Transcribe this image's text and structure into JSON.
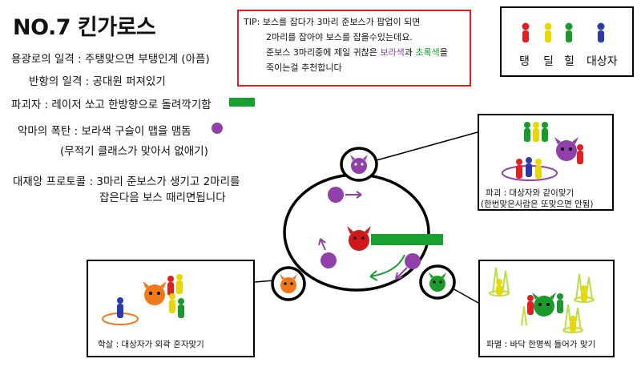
{
  "title": "NO.7 킨가로스",
  "skills": {
    "s1": "용광로의 일격 : 주탱맞으면 부탱인계 (아픔)",
    "s2": "반항의 일격 : 공대원 퍼져있기",
    "s3": "파괴자 : 레이저 쏘고 한방향으로 돌려깍기함",
    "s4": "악마의 폭탄 : 보라색 구슬이 맵을 맴돔",
    "s4_note": "(무적기 클래스가 맞아서 없애기)",
    "s5a": "대재앙 프로토콜 : 3마리 준보스가 생기고 2마리를",
    "s5b": "잡은다음 보스 때리면됩니다"
  },
  "tip": {
    "prefix": "TIP:",
    "line1": "보스를 잡다가 3마리 준보스가 팝업이 되면",
    "line2": "2마리를 잡아야 보스를 잡을수있는데요.",
    "line3_a": "준보스 3마리중에 제일 귀찮은 ",
    "line3_purple": "보라색",
    "line3_b": "과 ",
    "line3_green": "초록색",
    "line3_c": "을",
    "line4": "죽이는걸 추천합니다"
  },
  "legend": {
    "tank": "탱",
    "dps": "딜",
    "heal": "힐",
    "target": "대상자"
  },
  "panels": {
    "purple": "파괴 : 대상자와 같이맞기",
    "purple_note": "(한번맞은사람은 또맞으면 안됨)",
    "orange": "학살 : 대상자가 외곽 혼자맞기",
    "green": "파멸 : 바닥 한명씩 들어가 맞기"
  },
  "colors": {
    "tank": "#e02020",
    "dps": "#e8d800",
    "heal": "#1a9a2a",
    "target": "#2a3aa8",
    "purple": "#9040a8",
    "green_laser": "#1aa030",
    "orange": "#f07818",
    "tip_border": "#e02020"
  }
}
